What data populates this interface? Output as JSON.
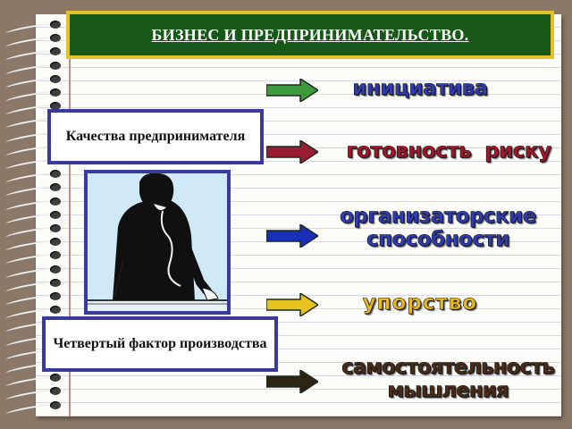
{
  "title": "БИЗНЕС И ПРЕДПРИНИМАТЕЛЬСТВО.",
  "label_qualities": "Качества предпринимателя",
  "label_factor": "Четвертый фактор производства",
  "qualities": [
    {
      "text": "инициатива",
      "color": "#2f3bb3",
      "arrow_color": "#3c9a3c"
    },
    {
      "text": "готовность  риску",
      "color": "#a3152a",
      "arrow_color": "#9a1c34"
    },
    {
      "text": "организаторские способности",
      "color": "#2f3bb3",
      "arrow_color": "#1a2fb8"
    },
    {
      "text": "упорство",
      "color": "#e8b820",
      "arrow_color": "#e8c21d"
    },
    {
      "text": "самостоятельность мышления",
      "color": "#4a2b18",
      "arrow_color": "#2e2414"
    }
  ],
  "colors": {
    "background": "#8b7866",
    "title_border": "#e3c12a",
    "title_fill": "#175718",
    "box_border": "#3a3a9c"
  },
  "icons": [
    "spiral-binding-icon",
    "arrow-right-icon",
    "businessman-phone-icon"
  ]
}
